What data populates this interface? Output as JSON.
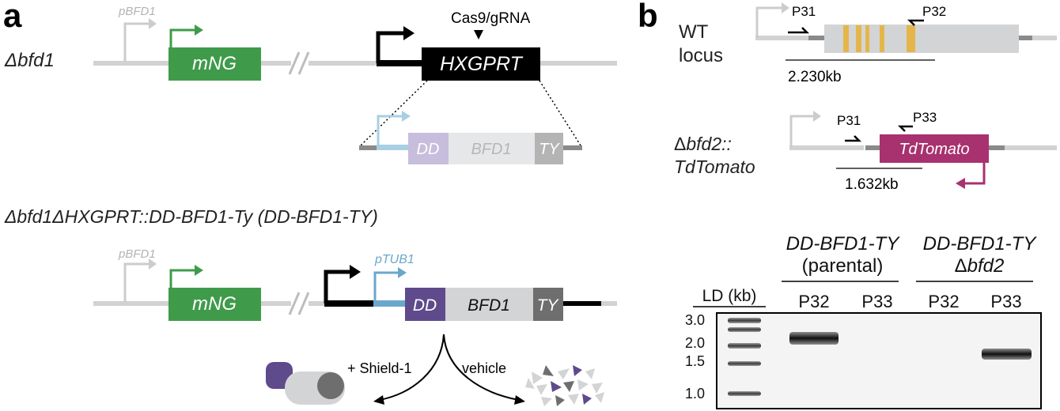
{
  "panel_a": {
    "letter": "a",
    "strain1": "Δbfd1",
    "pBFD1": "pBFD1",
    "mNG": "mNG",
    "cas9": "Cas9/gRNA",
    "hxgprt": "HXGPRT",
    "dd": "DD",
    "bfd1": "BFD1",
    "ty": "TY",
    "strain2": "Δbfd1ΔHXGPRT::DD-BFD1-Ty (DD-BFD1-TY)",
    "pTUB1": "pTUB1",
    "shield": "+ Shield-1",
    "vehicle": "vehicle"
  },
  "panel_b": {
    "letter": "b",
    "wt_line1": "WT",
    "wt_line2": "locus",
    "p31": "P31",
    "p32": "P32",
    "p33": "P33",
    "wt_size": "2.230kb",
    "mut_prefix": "Δ",
    "mut_italic": "bfd2::",
    "mut_line2": "TdTomato",
    "tdtomato": "TdTomato",
    "mut_size": "1.632kb",
    "gel": {
      "group1_line1": "DD-BFD1-TY",
      "group1_line2": "(parental)",
      "group2_line1": "DD-BFD1-TY",
      "group2_prefix": "Δ",
      "group2_italic": "bfd2",
      "ladder_header": "LD (kb)",
      "lanes": [
        "P32",
        "P33",
        "P32",
        "P33"
      ],
      "ladder_marks": [
        "3.0",
        "2.0",
        "1.5",
        "1.0"
      ]
    }
  },
  "colors": {
    "green": "#3f9b4a",
    "magenta": "#a8316f",
    "purple": "#5f4a8b",
    "light_purple": "#c7bedd",
    "light_blue": "#a9cfe3",
    "blue": "#6ba7cc",
    "gold": "#e4b64a",
    "gray_line": "#d2d2d2"
  }
}
